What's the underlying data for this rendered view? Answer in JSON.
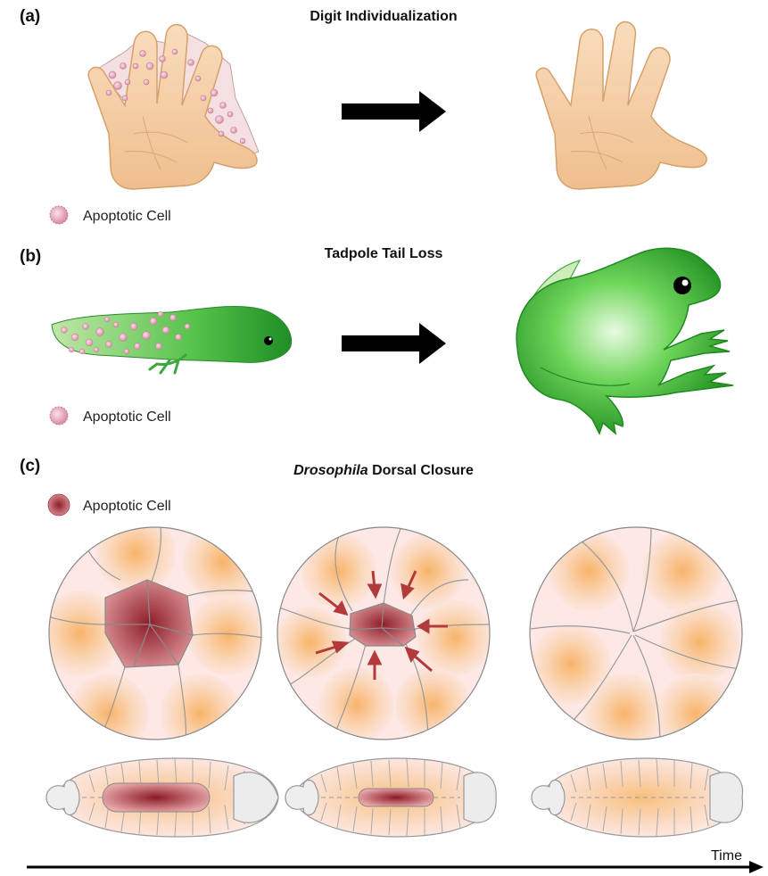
{
  "panels": {
    "a": {
      "letter": "(a)",
      "title": "Digit Individualization",
      "legend": "Apoptotic Cell"
    },
    "b": {
      "letter": "(b)",
      "title": "Tadpole Tail Loss",
      "legend": "Apoptotic Cell"
    },
    "c": {
      "letter": "(c)",
      "title_italic": "Drosophila",
      "title_rest": " Dorsal Closure",
      "legend": "Apoptotic Cell"
    }
  },
  "timeline": {
    "label": "Time"
  },
  "colors": {
    "skin": "#f6d3ae",
    "skin_outline": "#d8a46f",
    "webbing": "#f3dede",
    "apoptotic_pink": "#e6a6b8",
    "frog_green": "#3fbf3a",
    "frog_dark": "#1e8a1f",
    "cell_orange": "#f8b971",
    "apoptotic_red": "#a8313a",
    "arrow_red": "#b23a3a"
  },
  "icons": [
    "hand-with-webbing",
    "hand",
    "tadpole",
    "frog",
    "right-arrow",
    "epithelial-cell-disc",
    "embryo"
  ]
}
